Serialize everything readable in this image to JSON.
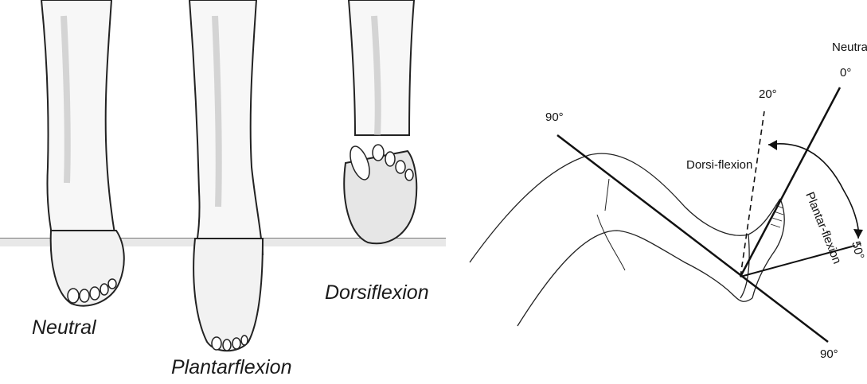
{
  "left": {
    "labels": {
      "neutral": "Neutral",
      "plantarflexion": "Plantarflexion",
      "dorsiflexion": "Dorsiflexion"
    }
  },
  "right": {
    "labels": {
      "neutral": "Neutra",
      "zero": "0°",
      "twenty": "20°",
      "ninety_left": "90°",
      "ninety_bottom": "90°",
      "fifty": "50°",
      "dorsi": "Dorsi-flexion",
      "plantar": "Plantar-flexion"
    }
  },
  "colors": {
    "ink": "#111111",
    "shade": "#bdbdbd",
    "skin": "#f7f7f7"
  }
}
